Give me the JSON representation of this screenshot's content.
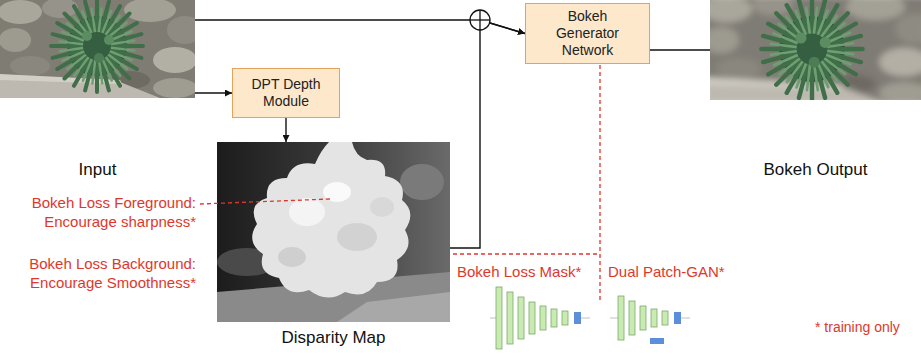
{
  "diagram": {
    "nodes": [
      {
        "text": [
          "Input"
        ]
      },
      {
        "text": [
          "DPT Depth Module"
        ]
      },
      {
        "text": [
          "Disparity Map"
        ]
      },
      {
        "text": [
          "Bokeh Generator Network"
        ]
      },
      {
        "text": [
          "Bokeh Output"
        ]
      }
    ],
    "edges": [
      {
        "from": 0,
        "to": 1,
        "arrow": "to"
      },
      {
        "from": 1,
        "to": 2,
        "arrow": "to"
      },
      {
        "from": 0,
        "to": 3,
        "arrow": "to"
      },
      {
        "from": 2,
        "to": 3,
        "arrow": "to"
      },
      {
        "from": 3,
        "to": 4,
        "arrow": "none"
      }
    ],
    "labels": [
      "Bokeh Loss Foreground: Encourage sharpness*",
      "Bokeh Loss Background: Encourage Smoothness*",
      "Bokeh Loss Mask*",
      "Dual Patch-GAN*",
      "* training only"
    ]
  }
}
